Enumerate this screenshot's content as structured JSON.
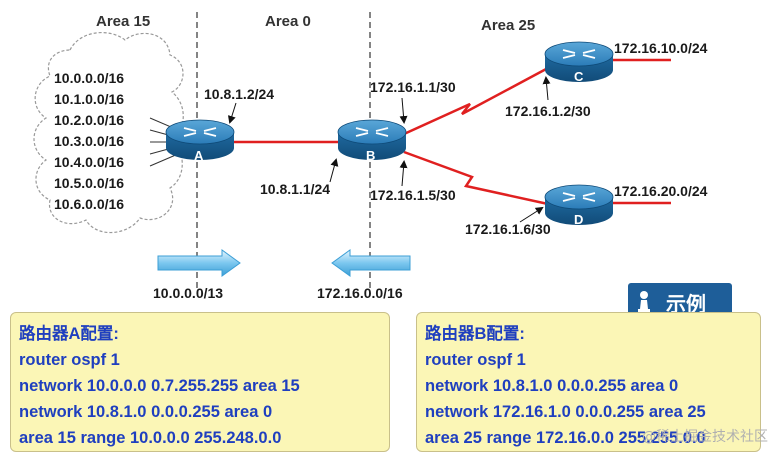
{
  "areas": {
    "area15": "Area 15",
    "area0": "Area 0",
    "area25": "Area 25"
  },
  "area15_networks": [
    "10.0.0.0/16",
    "10.1.0.0/16",
    "10.2.0.0/16",
    "10.3.0.0/16",
    "10.4.0.0/16",
    "10.5.0.0/16",
    "10.6.0.0/16"
  ],
  "routers": {
    "a": "A",
    "b": "B",
    "c": "C",
    "d": "D"
  },
  "interfaces": {
    "a_link": "10.8.1.2/24",
    "b_link": "10.8.1.1/24",
    "b_to_c": "172.16.1.1/30",
    "c_link": "172.16.1.2/30",
    "b_to_d": "172.16.1.5/30",
    "d_link": "172.16.1.6/30",
    "c_lan": "172.16.10.0/24",
    "d_lan": "172.16.20.0/24"
  },
  "summaries": {
    "area15_summary": "10.0.0.0/13",
    "area25_summary": "172.16.0.0/16"
  },
  "config_a": {
    "title": "路由器A配置:",
    "lines": [
      "router ospf 1",
      "network 10.0.0.0 0.7.255.255 area 15",
      "network 10.8.1.0 0.0.0.255 area 0",
      "area 15 range 10.0.0.0 255.248.0.0"
    ]
  },
  "config_b": {
    "title": "路由器B配置:",
    "lines": [
      "router ospf 1",
      "network 10.8.1.0 0.0.0.255 area 0",
      "network 172.16.1.0 0.0.0.255 area 25",
      "area 25 range 172.16.0.0 255.255.0.0"
    ]
  },
  "badge": {
    "label": "示例",
    "icon": "pawn-icon"
  },
  "watermark": "@稀土掘金技术社区",
  "colors": {
    "link": "#e02020",
    "router": "#1d6fa8",
    "config_text": "#1f3fbf",
    "config_bg": "#fbf6b6",
    "badge": "#1e5e99"
  }
}
